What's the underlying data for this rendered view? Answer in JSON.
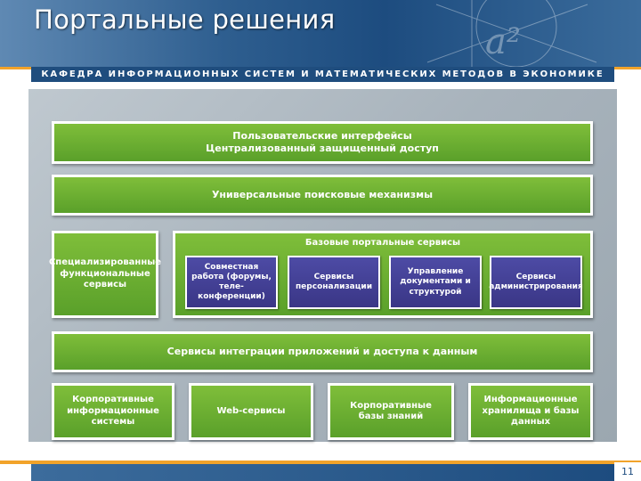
{
  "slide": {
    "title": "Портальные решения",
    "subtitle": "КАФЕДРА ИНФОРМАЦИОННЫХ СИСТЕМ И МАТЕМАТИЧЕСКИХ МЕТОДОВ В ЭКОНОМИКЕ",
    "page_number": "11"
  },
  "diagram": {
    "user_interfaces": {
      "line1": "Пользовательские интерфейсы",
      "line2": "Централизованный защищенный доступ"
    },
    "search": "Универсальные поисковые механизмы",
    "specialized": "Специализированные функциональные сервисы",
    "basic_services": {
      "title": "Базовые портальные сервисы",
      "items": [
        "Совместная работа (форумы, теле-конференции)",
        "Сервисы персонализации",
        "Управление документами и структурой",
        "Сервисы администрирования"
      ]
    },
    "integration": "Сервисы интеграции приложений и доступа к данным",
    "bottom": [
      "Корпоративные информационные системы",
      "Web-сервисы",
      "Корпоративные базы знаний",
      "Информационные хранилища и базы данных"
    ]
  }
}
